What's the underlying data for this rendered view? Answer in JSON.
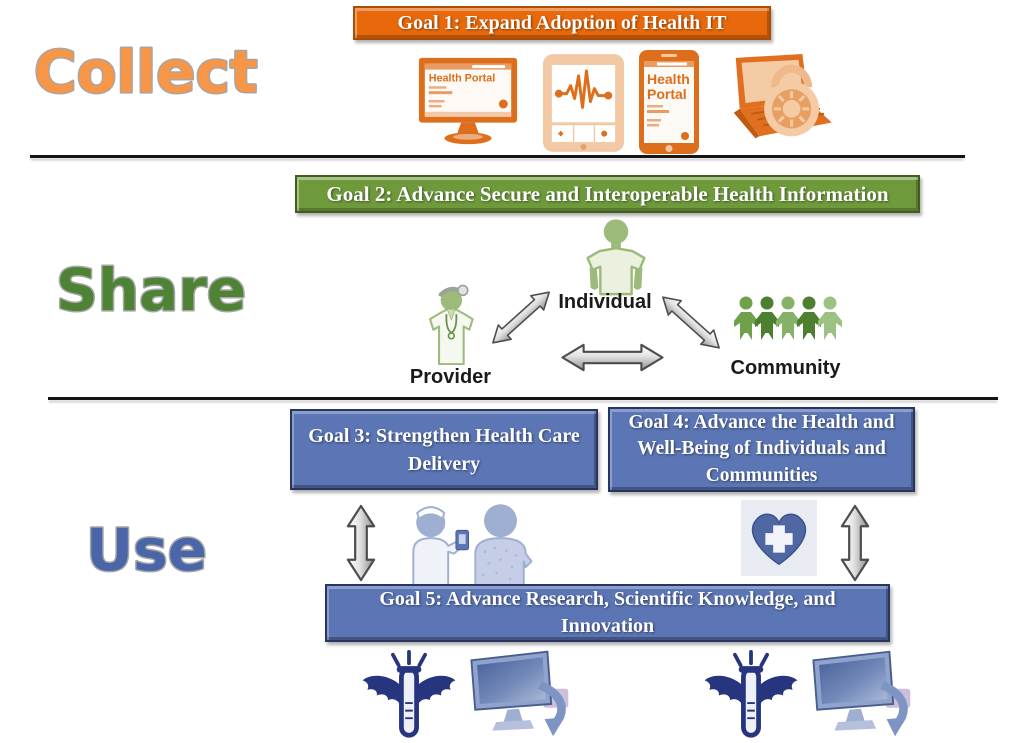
{
  "title": "Health IT goals diagram: Collect, Share, Use",
  "sections": {
    "collect": {
      "label": "Collect",
      "color": "#F79646"
    },
    "share": {
      "label": "Share",
      "color": "#4E8234"
    },
    "use": {
      "label": "Use",
      "color": "#4A66A8"
    }
  },
  "goals": {
    "g1": {
      "text": "Goal 1: Expand Adoption of Health IT",
      "fill": "#E8690B"
    },
    "g2": {
      "text": "Goal 2: Advance Secure and Interoperable Health Information",
      "fill": "#6E9A3C"
    },
    "g3": {
      "text": "Goal 3: Strengthen Health Care Delivery",
      "fill": "#5B75B5"
    },
    "g4": {
      "text": "Goal 4: Advance the Health and Well-Being of Individuals and Communities",
      "fill": "#5B75B5"
    },
    "g5": {
      "text": "Goal 5: Advance Research, Scientific Knowledge, and Innovation",
      "fill": "#5B75B5"
    }
  },
  "actors": {
    "provider": "Provider",
    "individual": "Individual",
    "community": "Community"
  },
  "devices": {
    "monitor_title": "Health Portal",
    "phone_line1": "Health",
    "phone_line2": "Portal"
  },
  "icons": {
    "collect_row": [
      "desktop-health-portal-icon",
      "tablet-ekg-icon",
      "smartphone-health-portal-icon",
      "laptop-lock-icon"
    ],
    "share_row": [
      "provider-doctor-icon",
      "individual-person-icon",
      "community-paper-chain-icon",
      "double-arrow-icon"
    ],
    "use_row": [
      "vertical-double-arrow-icon",
      "nurse-patient-phone-icon",
      "heart-cross-icon",
      "winged-test-tube-icon",
      "computer-data-icon"
    ]
  }
}
